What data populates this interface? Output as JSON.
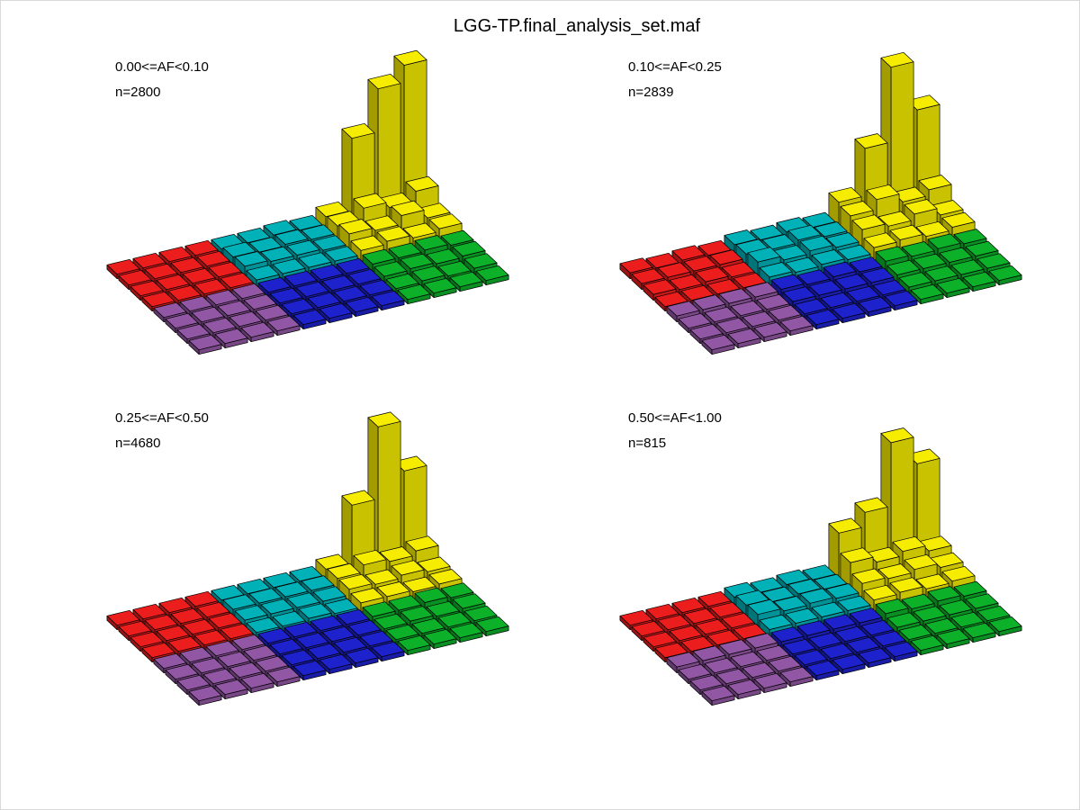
{
  "title": "LGG-TP.final_analysis_set.maf",
  "chart_data": {
    "type": "bar",
    "subtype": "3d-lego-mutation-spectrum",
    "grid": {
      "rows": 8,
      "cols": 12
    },
    "legend_position": "none",
    "block_colors": [
      [
        "red",
        "cyan",
        "yellow"
      ],
      [
        "purple",
        "blue",
        "green"
      ]
    ],
    "color_hex": {
      "red": "#ec1d1d",
      "cyan": "#00b2b8",
      "yellow": "#f5ec00",
      "green": "#0cb029",
      "blue": "#1e22cc",
      "purple": "#9257a4"
    },
    "height_units_note": "relative bar heights, 0 = flat tile, 10 = tallest bar in figure",
    "panels": [
      {
        "af_label": "0.00<=AF<0.10",
        "n_label": "n=2800",
        "n": 2800,
        "heights": [
          [
            0,
            0,
            0,
            0,
            0,
            0,
            0.1,
            0,
            0.5,
            5.5,
            8.5,
            9.7
          ],
          [
            0,
            0,
            0,
            0,
            0.2,
            0.1,
            0.2,
            0.1,
            0.6,
            1.4,
            1.0,
            1.7
          ],
          [
            0,
            0,
            0,
            0,
            0.3,
            0.2,
            0.2,
            0.1,
            0.8,
            0.6,
            1.2,
            0.6
          ],
          [
            0,
            0,
            0,
            0,
            0.1,
            0.1,
            0.1,
            0.1,
            0.4,
            0.6,
            0.4,
            0.6
          ],
          [
            0,
            0,
            0,
            0,
            0,
            0,
            0,
            0,
            0.2,
            0.2,
            0.3,
            0.2
          ],
          [
            0,
            0,
            0,
            0,
            0,
            0,
            0,
            0,
            0.1,
            0.2,
            0.1,
            0.2
          ],
          [
            0,
            0,
            0,
            0,
            0,
            0,
            0,
            0,
            0,
            0.1,
            0,
            0.1
          ],
          [
            0,
            0,
            0,
            0,
            0,
            0,
            0,
            0,
            0,
            0,
            0,
            0
          ]
        ]
      },
      {
        "af_label": "0.10<=AF<0.25",
        "n_label": "n=2839",
        "n": 2839,
        "heights": [
          [
            0.1,
            0,
            0.1,
            0,
            0.3,
            0.2,
            0.3,
            0.2,
            1.5,
            4.8,
            10.0,
            6.6
          ],
          [
            0.1,
            0.1,
            0.1,
            0.1,
            0.4,
            0.3,
            0.5,
            0.3,
            1.3,
            2.0,
            1.4,
            1.8
          ],
          [
            0.1,
            0,
            0.1,
            0,
            0.6,
            0.3,
            0.5,
            0.3,
            1.1,
            0.9,
            1.3,
            0.8
          ],
          [
            0,
            0,
            0,
            0,
            0.3,
            0.2,
            0.3,
            0.2,
            0.6,
            0.7,
            0.5,
            0.7
          ],
          [
            0.1,
            0.1,
            0.1,
            0.1,
            0.2,
            0.1,
            0.2,
            0.1,
            0.4,
            0.3,
            0.4,
            0.3
          ],
          [
            0,
            0,
            0,
            0,
            0.1,
            0.1,
            0.1,
            0.1,
            0.2,
            0.2,
            0.2,
            0.2
          ],
          [
            0,
            0,
            0,
            0,
            0,
            0,
            0,
            0,
            0.1,
            0.1,
            0.1,
            0.1
          ],
          [
            0,
            0,
            0,
            0,
            0,
            0,
            0,
            0,
            0,
            0,
            0,
            0
          ]
        ]
      },
      {
        "af_label": "0.25<=AF<0.50",
        "n_label": "n=4680",
        "n": 4680,
        "heights": [
          [
            0,
            0,
            0,
            0,
            0,
            0,
            0,
            0,
            0.4,
            4.4,
            9.4,
            5.9
          ],
          [
            0,
            0,
            0,
            0,
            0.1,
            0.1,
            0.1,
            0.1,
            0.5,
            1.0,
            0.8,
            1.1
          ],
          [
            0,
            0,
            0,
            0,
            0.1,
            0.1,
            0.1,
            0.1,
            0.5,
            0.4,
            0.6,
            0.4
          ],
          [
            0,
            0,
            0,
            0,
            0,
            0,
            0.1,
            0,
            0.3,
            0.3,
            0.2,
            0.3
          ],
          [
            0,
            0,
            0,
            0,
            0,
            0,
            0,
            0,
            0.1,
            0.1,
            0.2,
            0.1
          ],
          [
            0,
            0,
            0,
            0,
            0,
            0,
            0,
            0,
            0,
            0.1,
            0,
            0.1
          ],
          [
            0,
            0,
            0,
            0,
            0,
            0,
            0,
            0,
            0,
            0,
            0,
            0
          ],
          [
            0,
            0,
            0,
            0,
            0,
            0,
            0,
            0,
            0,
            0,
            0,
            0
          ]
        ]
      },
      {
        "af_label": "0.50<=AF<1.00",
        "n_label": "n=815",
        "n": 815,
        "heights": [
          [
            0,
            0,
            0,
            0,
            0.2,
            0.1,
            0.2,
            0.1,
            2.9,
            3.9,
            8.3,
            6.4
          ],
          [
            0,
            0,
            0,
            0,
            0.4,
            0.2,
            0.3,
            0.2,
            1.6,
            1.2,
            1.5,
            1.1
          ],
          [
            0,
            0,
            0,
            0,
            0.5,
            0.3,
            0.4,
            0.3,
            0.9,
            0.8,
            1.0,
            0.7
          ],
          [
            0,
            0,
            0,
            0,
            0.2,
            0.2,
            0.2,
            0.2,
            0.5,
            0.6,
            0.4,
            0.5
          ],
          [
            0.1,
            0.1,
            0.1,
            0.1,
            0.1,
            0.1,
            0.1,
            0.1,
            0.3,
            0.2,
            0.3,
            0.2
          ],
          [
            0,
            0,
            0,
            0,
            0,
            0,
            0,
            0,
            0.1,
            0.1,
            0.1,
            0.1
          ],
          [
            0,
            0,
            0,
            0,
            0,
            0,
            0,
            0,
            0,
            0,
            0,
            0
          ],
          [
            0,
            0,
            0,
            0,
            0,
            0,
            0,
            0,
            0,
            0,
            0,
            0
          ]
        ]
      }
    ]
  }
}
